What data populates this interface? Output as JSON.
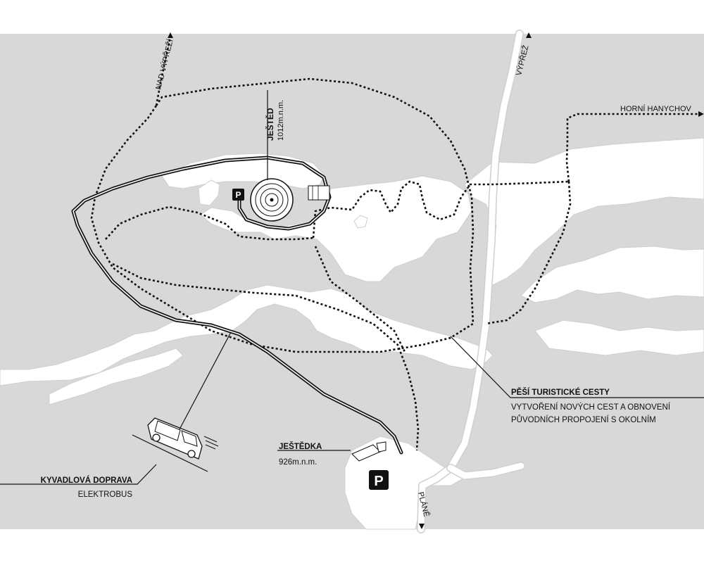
{
  "colors": {
    "forest": "#d8d8d8",
    "clearing": "#ffffff",
    "ink": "#111111"
  },
  "labels": {
    "summit_name": "JEŠTĚD",
    "summit_elevation": "1012m.n.m.",
    "lower_station_name": "JEŠTĚDKA",
    "lower_station_elevation": "926m.n.m.",
    "trails_title": "PĚŠÍ TURISTICKÉ CESTY",
    "trails_desc_line1": "VYTVOŘENÍ NOVÝCH CEST A OBNOVENÍ",
    "trails_desc_line2": "PŮVODNÍCH PROPOJENÍ S OKOLNÍM",
    "shuttle_title": "KYVADLOVÁ DOPRAVA",
    "shuttle_subtitle": "ELEKTROBUS",
    "dest_nad_vyprezi": "NAD VÝPŘEŽÍ",
    "dest_vyprez": "VÝPŘEŽ",
    "dest_horni_hanychov": "HORNÍ HANYCHOV",
    "dest_plane": "PLÁNĚ",
    "parking_symbol": "P"
  },
  "icons": [
    "parking-icon",
    "bus-icon",
    "tower-icon",
    "arrow-icon"
  ]
}
